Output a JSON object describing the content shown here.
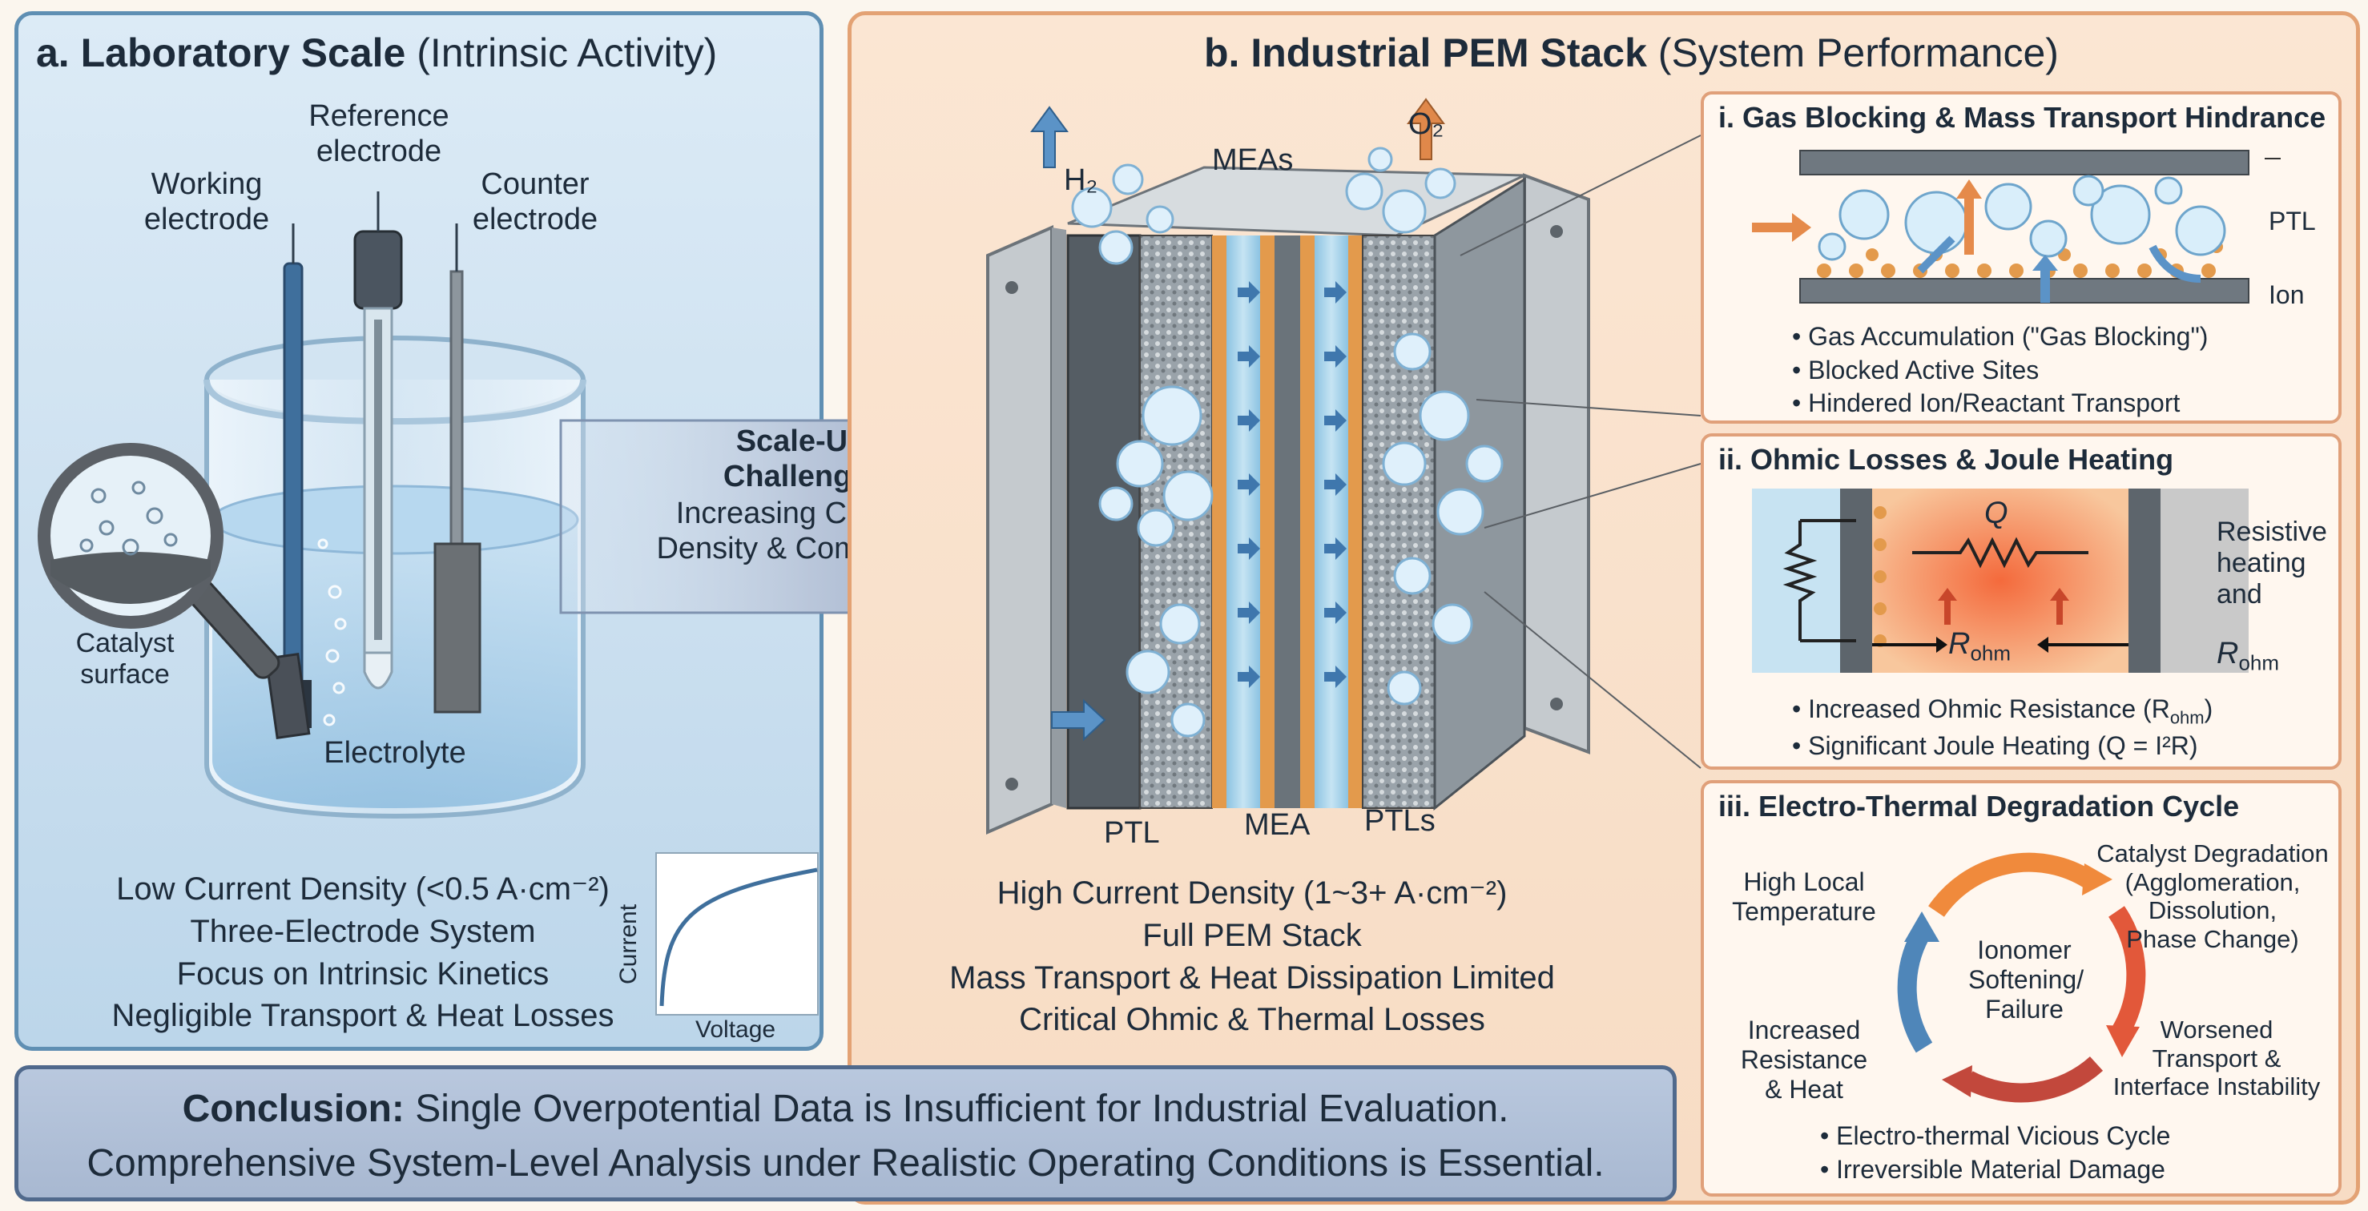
{
  "panel_a": {
    "title_bold": "a. Laboratory Scale",
    "title_rest": " (Intrinsic Activity)",
    "labels": {
      "reference": "Reference\nelectrode",
      "working": "Working\nelectrode",
      "counter": "Counter\nelectrode",
      "catalyst": "Catalyst\nsurface",
      "electrolyte": "Electrolyte"
    },
    "lines": [
      "Low Current Density (<0.5 A·cm⁻²)",
      "Three-Electrode System",
      "Focus on Intrinsic Kinetics",
      "Negligible Transport & Heat Losses"
    ],
    "plot": {
      "ylabel": "Current",
      "xlabel": "Voltage"
    }
  },
  "arrow": {
    "bold": "Scale-Up\nChallenge:",
    "text": "Increasing Current\nDensity & Complexity"
  },
  "panel_b": {
    "title_bold": "b. Industrial PEM Stack",
    "title_rest": " (System Performance)",
    "labels": {
      "h2": "H₂",
      "o2": "O₂",
      "meas": "MEAs",
      "ptl": "PTL",
      "mea": "MEA",
      "ptls": "PTLs"
    },
    "lines": [
      "High Current Density (1~3+ A·cm⁻²)",
      "Full PEM Stack",
      "Mass Transport & Heat Dissipation Limited",
      "Critical Ohmic & Thermal Losses"
    ]
  },
  "sub_i": {
    "title": "i. Gas Blocking & Mass Transport Hindrance",
    "ptl": "PTL",
    "ion": "Ion",
    "bullets": [
      "• Gas Accumulation (\"Gas Blocking\")",
      "• Blocked Active Sites",
      "• Hindered Ion/Reactant Transport"
    ]
  },
  "sub_ii": {
    "title": "ii. Ohmic Losses & Joule Heating",
    "q": "Q",
    "r_ohm": "R",
    "r_sub": "ohm",
    "side": "Resistive\nheating\nand",
    "bullets": [
      "• Increased Ohmic Resistance (R",
      "ohm",
      ")",
      "• Significant Joule Heating (Q = I²R)"
    ]
  },
  "sub_iii": {
    "title": "iii. Electro-Thermal Degradation Cycle",
    "center": "Ionomer\nSoftening/\nFailure",
    "n1": "High Local\nTemperature",
    "n2": "Catalyst Degradation\n(Agglomeration,\nDissolution,\nPhase Change)",
    "n3": "Worsened\nTransport &\nInterface Instability",
    "n4": "Increased\nResistance\n& Heat",
    "bullets": [
      "• Electro-thermal Vicious Cycle",
      "• Irreversible Material Damage"
    ]
  },
  "conclusion": {
    "bold": "Conclusion:",
    "line1": " Single Overpotential Data is Insufficient for Industrial Evaluation.",
    "line2": "Comprehensive System-Level Analysis under Realistic Operating Conditions is Essential."
  },
  "colors": {
    "blue_frame": "#5f8fb3",
    "orange_frame": "#e3a274",
    "electrolyte": "#9fc9e6",
    "membrane": "#a9d4ea",
    "catalyst": "#e39a4c"
  }
}
